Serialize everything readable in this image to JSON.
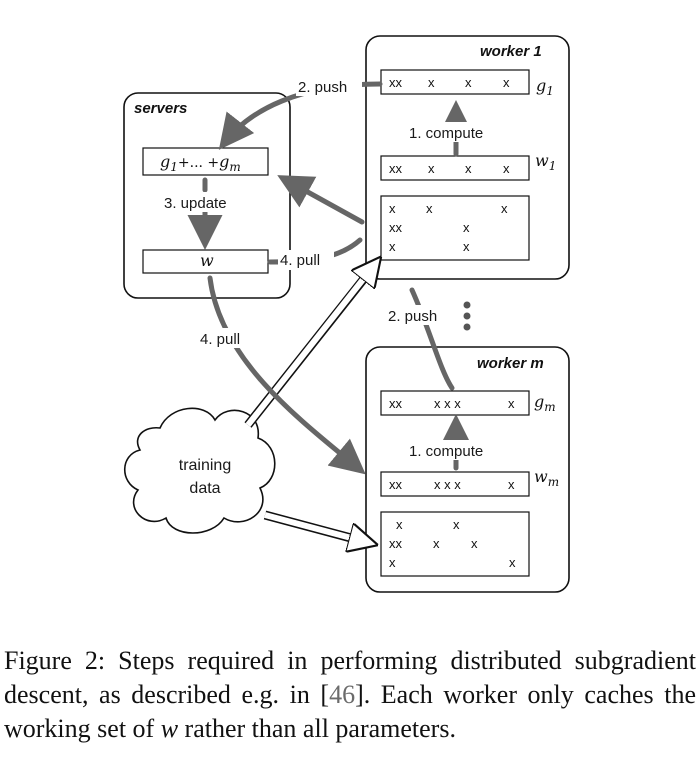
{
  "servers": {
    "title": "servers",
    "sum_parts": [
      "g",
      "1",
      "+... +",
      "g",
      "m"
    ],
    "w_label": "w"
  },
  "worker1": {
    "title": "worker 1",
    "g_row": [
      "xx",
      "x",
      "x",
      "x"
    ],
    "w_row": [
      "xx",
      "x",
      "x",
      "x"
    ],
    "g_label": "g",
    "g_sub": "1",
    "w_label": "w",
    "w_sub": "1",
    "data_rows": [
      [
        "x",
        "x",
        "x"
      ],
      [
        "xx",
        "x"
      ],
      [
        "x",
        "x"
      ]
    ]
  },
  "workerm": {
    "title": "worker m",
    "g_row": [
      "xx",
      "x x x",
      "x"
    ],
    "w_row": [
      "xx",
      "x x x",
      "x"
    ],
    "g_label": "g",
    "g_sub": "m",
    "w_label": "w",
    "w_sub": "m",
    "data_rows": [
      [
        "x",
        "x"
      ],
      [
        "xx",
        "x",
        "x"
      ],
      [
        "x",
        "x"
      ]
    ]
  },
  "labels": {
    "push_top": "2. push",
    "compute1": "1. compute",
    "update": "3. update",
    "pull_server": "4. pull",
    "push_mid": "2. push",
    "pull_left": "4. pull",
    "computem": "1. compute"
  },
  "training": {
    "line1": "training",
    "line2": "data"
  },
  "caption": {
    "part1": "Figure 2: Steps required in performing distributed subgradient descent, as described e.g. in [",
    "ref": "46",
    "part2": "]. Each worker only caches the working set of ",
    "var": "w",
    "part3": " rather than all parameters."
  }
}
